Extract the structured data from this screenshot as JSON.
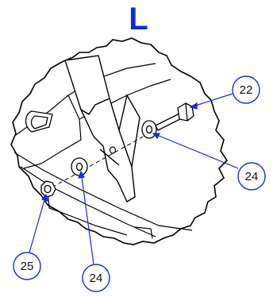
{
  "view_label": "L",
  "callouts": [
    {
      "id": "c22a",
      "text": "22"
    },
    {
      "id": "c24a",
      "text": "24"
    },
    {
      "id": "c24b",
      "text": "24"
    },
    {
      "id": "c25",
      "text": "25"
    }
  ],
  "colors": {
    "view_label": "#0d2fc9",
    "leader_line": "#1a2bd6",
    "callout_circle": "#1a2bd6",
    "drawing_stroke": "#000000"
  },
  "icons": [
    "bolt-icon",
    "washer-icon",
    "nut-icon",
    "bracket-icon"
  ]
}
